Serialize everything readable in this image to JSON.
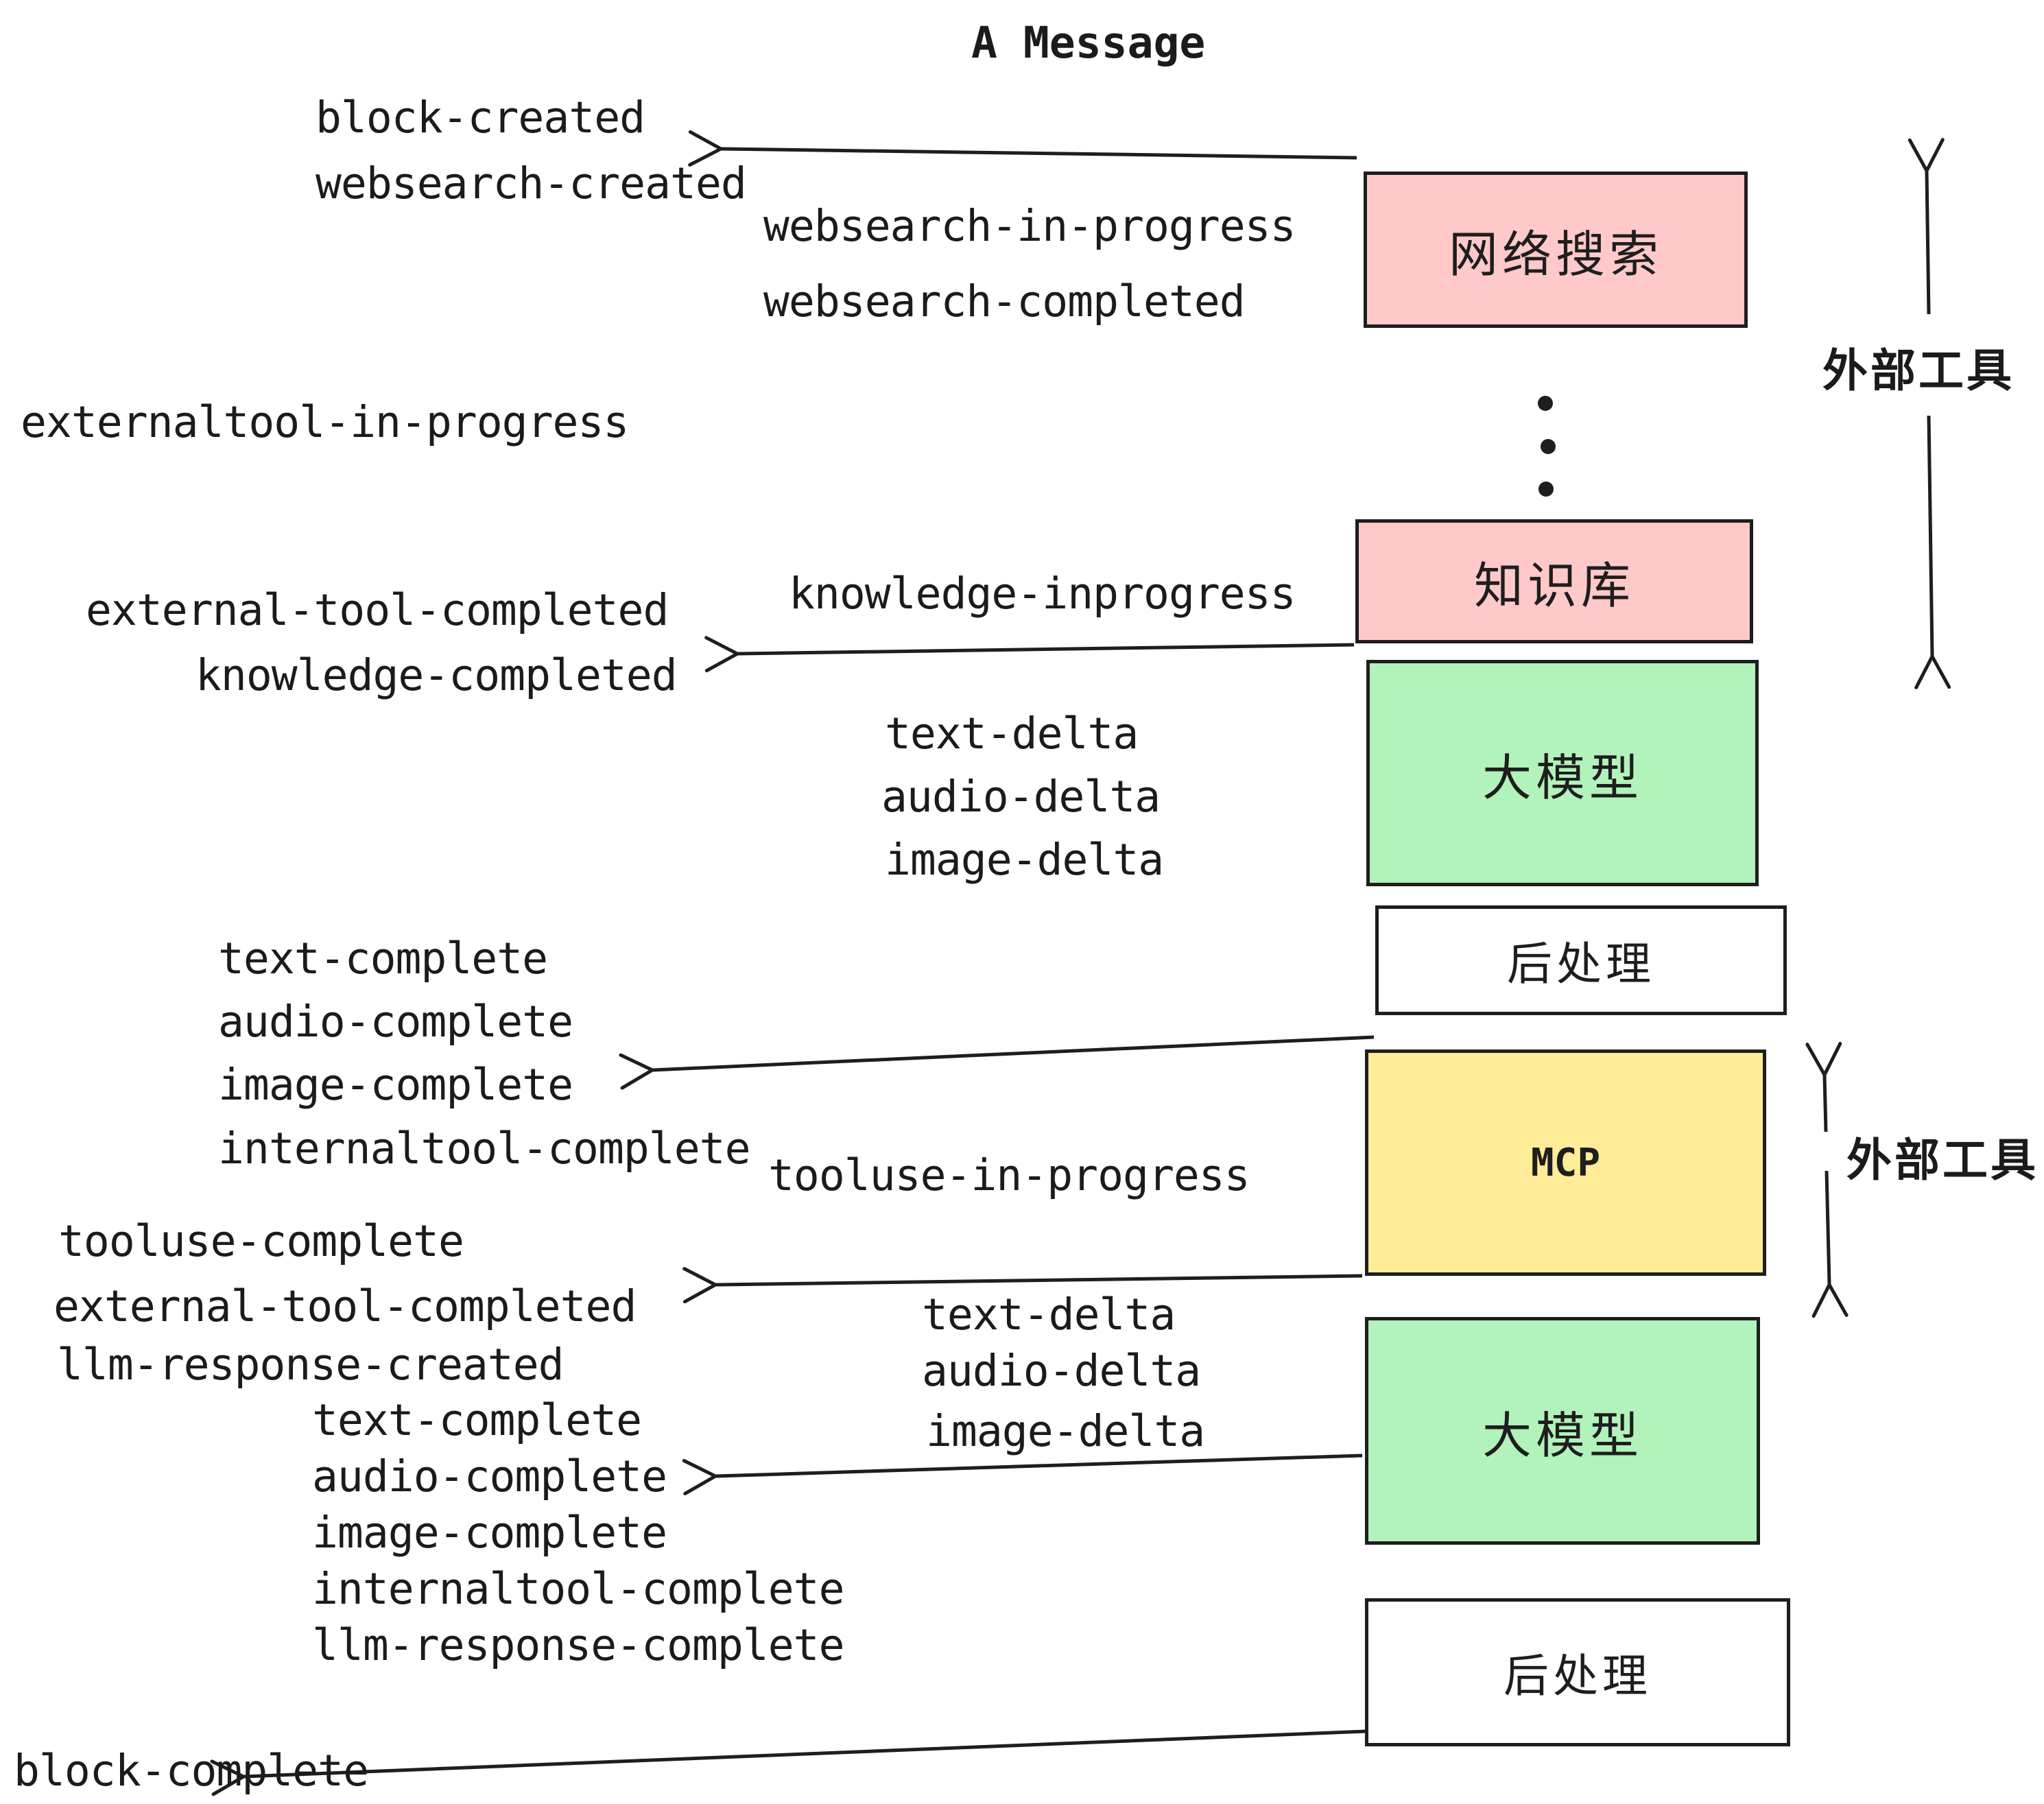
{
  "title": "A Message",
  "boxes": {
    "websearch": "网络搜索",
    "knowledge": "知识库",
    "llm1": "大模型",
    "post1": "后处理",
    "mcp": "MCP",
    "llm2": "大模型",
    "post2": "后处理"
  },
  "side_labels": {
    "external_tools_top": "外部工具",
    "external_tools_bottom": "外部工具"
  },
  "events": {
    "block_created": "block-created",
    "websearch_created": "websearch-created",
    "websearch_in_progress": "websearch-in-progress",
    "websearch_completed": "websearch-completed",
    "externaltool_in_progress": "externaltool-in-progress",
    "knowledge_inprogress": "knowledge-inprogress",
    "external_tool_completed": "external-tool-completed",
    "knowledge_completed": "knowledge-completed",
    "text_delta": "text-delta",
    "audio_delta": "audio-delta",
    "image_delta": "image-delta",
    "text_complete": "text-complete",
    "audio_complete": "audio-complete",
    "image_complete": "image-complete",
    "internaltool_complete": "internaltool-complete",
    "tooluse_in_progress": "tooluse-in-progress",
    "tooluse_complete": "tooluse-complete",
    "llm_response_created": "llm-response-created",
    "llm_response_complete": "llm-response-complete",
    "block_complete": "block-complete"
  }
}
